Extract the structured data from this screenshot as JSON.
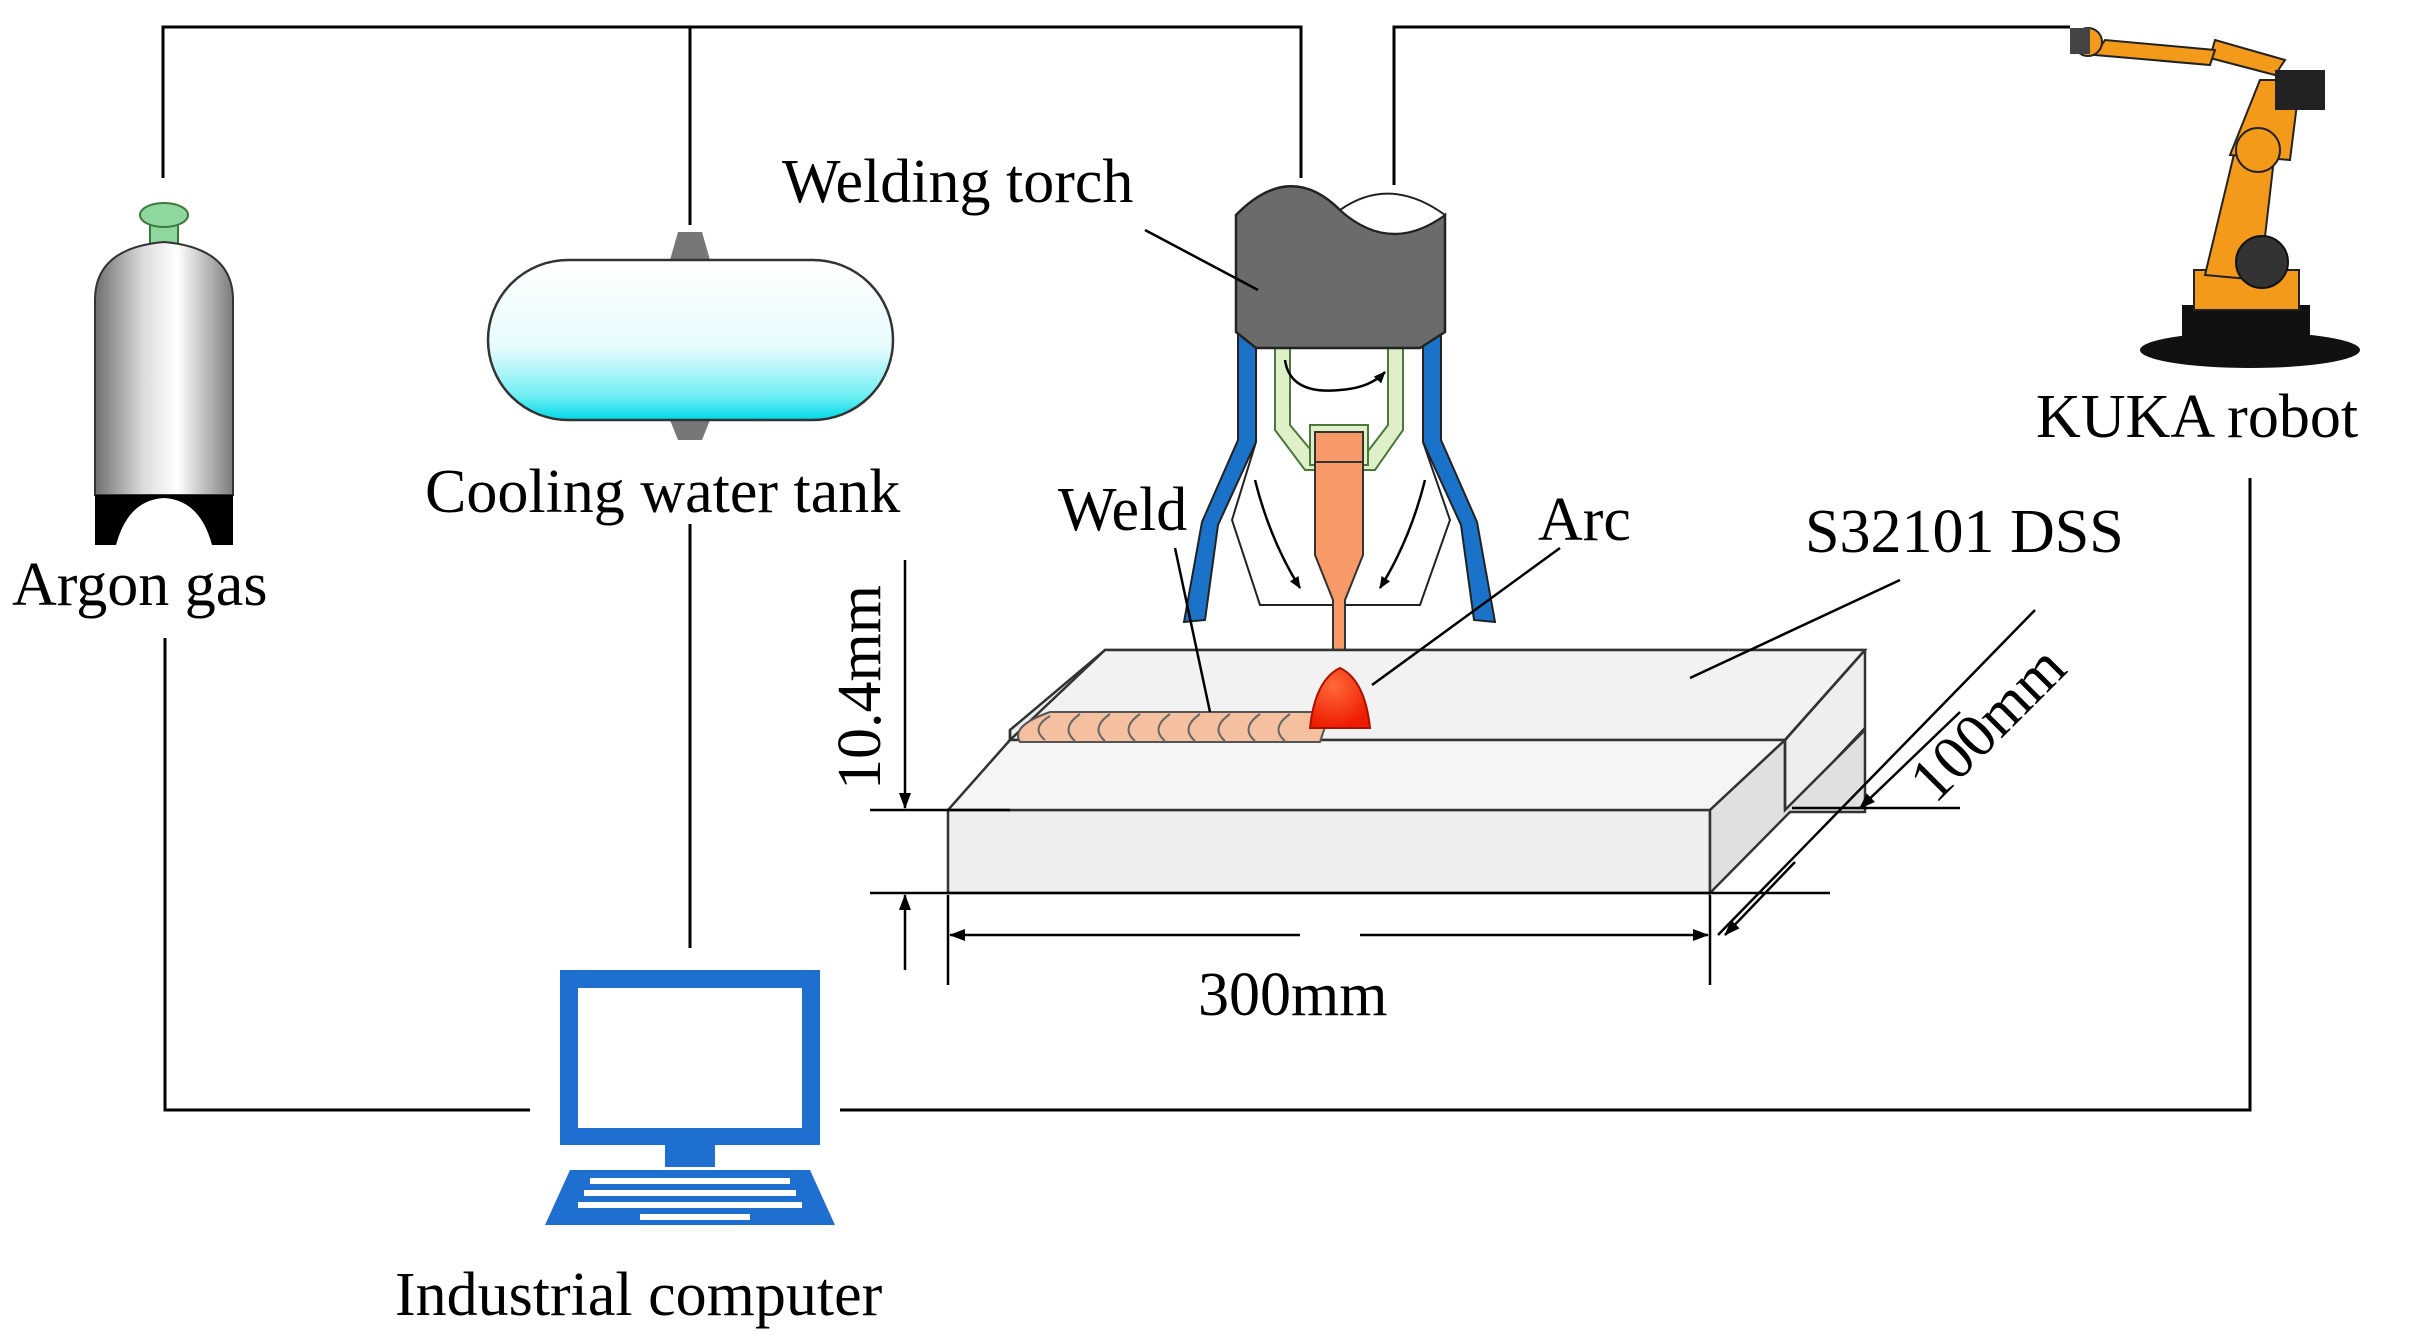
{
  "labels": {
    "argon_gas": "Argon gas",
    "cooling_water_tank": "Cooling water tank",
    "welding_torch": "Welding torch",
    "kuka_robot": "KUKA robot",
    "weld": "Weld",
    "arc": "Arc",
    "base_metal": "S32101 DSS",
    "industrial_computer": "Industrial computer"
  },
  "dimensions": {
    "thickness": "10.4mm",
    "length": "300mm",
    "width": "100mm"
  },
  "colors": {
    "plate": "#eeeeee",
    "weld_bead": "#f4c0a0",
    "arc": "#ff2a00",
    "electrode": "#f79a68",
    "torch_body": "#6b6b6b",
    "torch_shield": "#1a73c8",
    "torch_liner": "#dff0c8",
    "monitor": "#1f6fd1",
    "tank_water": "#00e0ea",
    "robot": "#f39a1a",
    "cylinder_valve": "#8fd79f"
  }
}
